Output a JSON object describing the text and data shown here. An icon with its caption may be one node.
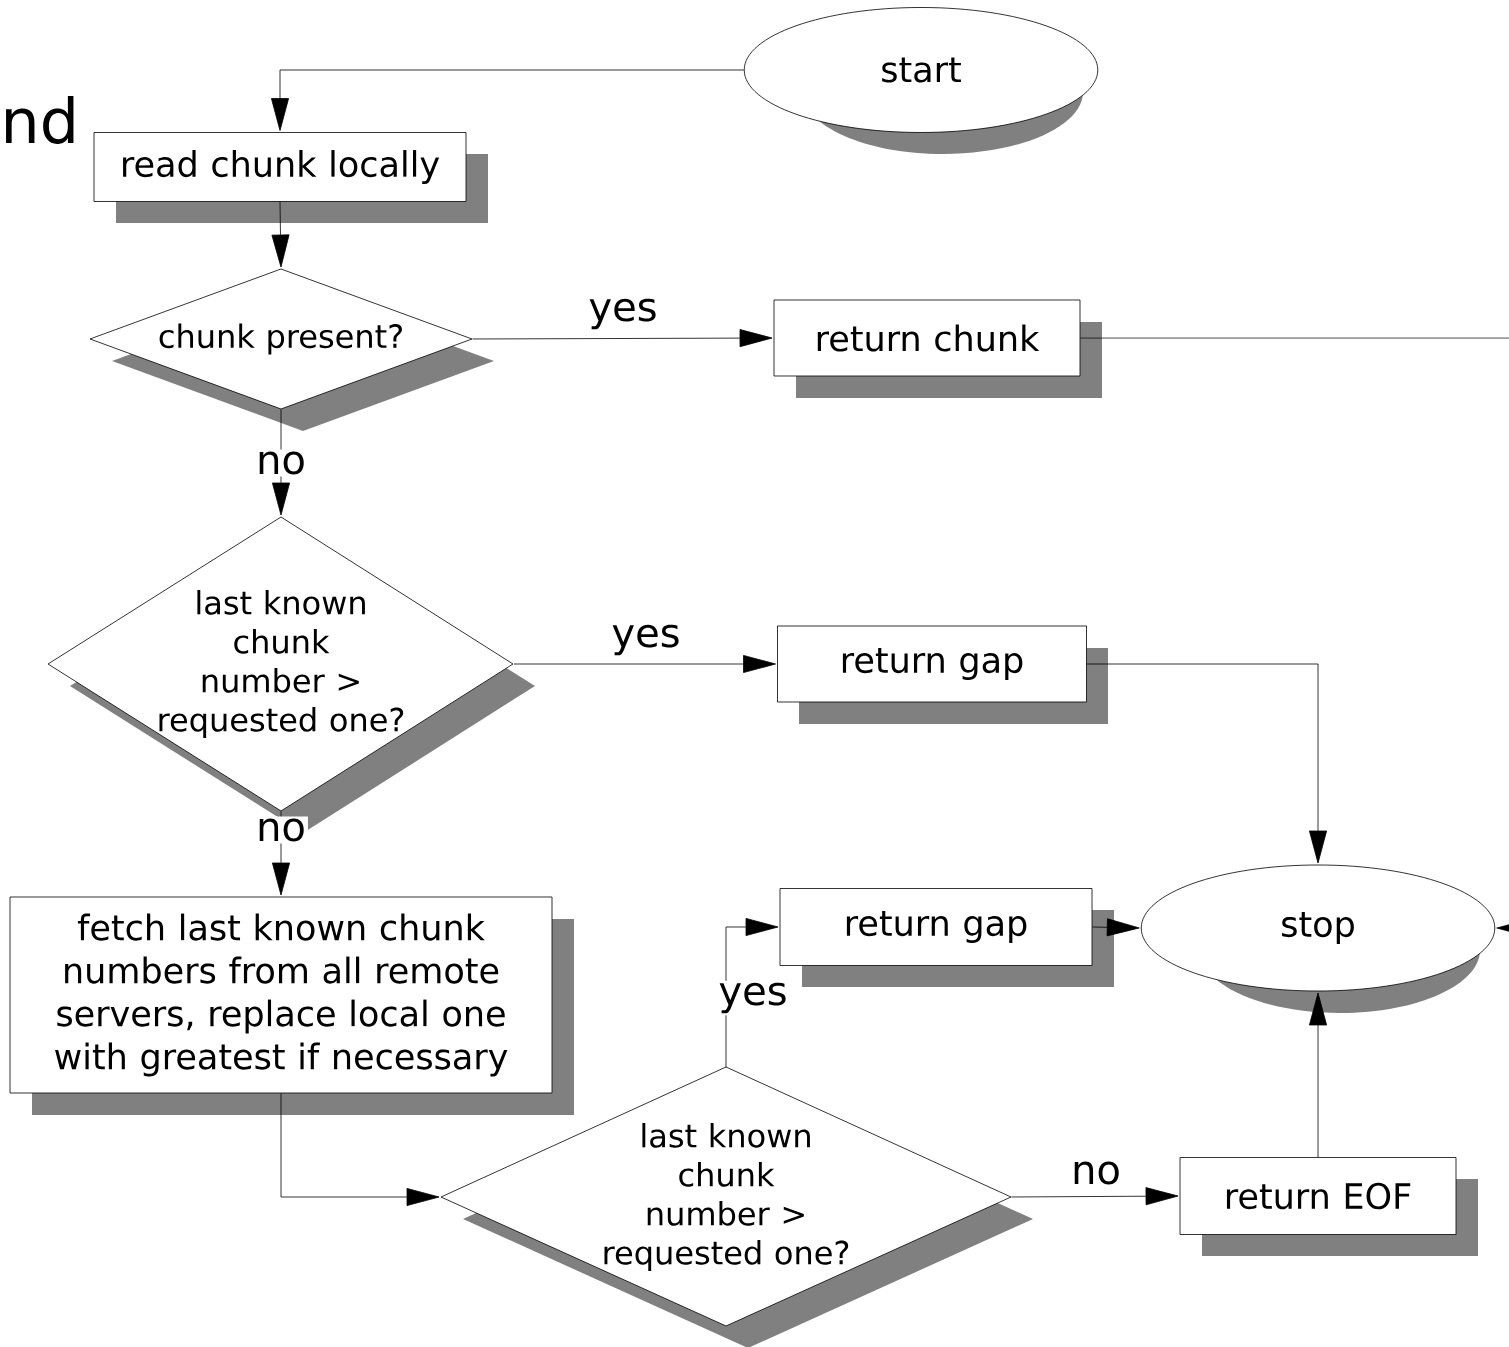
{
  "diagram": {
    "nodes": [
      {
        "text": [
          "start"
        ]
      },
      {
        "text": [
          "read chunk locally"
        ]
      },
      {
        "text": [
          "chunk present?"
        ]
      },
      {
        "text": [
          "return chunk"
        ]
      },
      {
        "text": [
          "last known chunk number > requested one?"
        ]
      },
      {
        "text": [
          "return gap"
        ]
      },
      {
        "text": [
          "fetch last known chunk numbers from all remote servers, replace local one with greatest if necessary"
        ]
      },
      {
        "text": [
          "return gap"
        ]
      },
      {
        "text": [
          "stop"
        ]
      },
      {
        "text": [
          "last known chunk number > requested one?"
        ]
      },
      {
        "text": [
          "return EOF"
        ]
      }
    ],
    "edges": [
      {
        "from": 0,
        "to": 1,
        "arrow": "to"
      },
      {
        "from": 1,
        "to": 2,
        "arrow": "to"
      },
      {
        "from": 2,
        "to": 3,
        "arrow": "to",
        "label": "yes"
      },
      {
        "from": 2,
        "to": 4,
        "arrow": "to",
        "label": "no"
      },
      {
        "from": 4,
        "to": 5,
        "arrow": "to",
        "label": "yes"
      },
      {
        "from": 4,
        "to": 6,
        "arrow": "to",
        "label": "no"
      },
      {
        "from": 5,
        "to": 8,
        "arrow": "to"
      },
      {
        "from": 6,
        "to": 9,
        "arrow": "to"
      },
      {
        "from": 9,
        "to": 7,
        "arrow": "to",
        "label": "yes"
      },
      {
        "from": 9,
        "to": 10,
        "arrow": "to",
        "label": "no"
      },
      {
        "from": 7,
        "to": 8,
        "arrow": "to"
      },
      {
        "from": 10,
        "to": 8,
        "arrow": "to"
      },
      {
        "from": 3,
        "to": 8,
        "arrow": "to"
      }
    ],
    "labels": [
      "nd"
    ]
  }
}
